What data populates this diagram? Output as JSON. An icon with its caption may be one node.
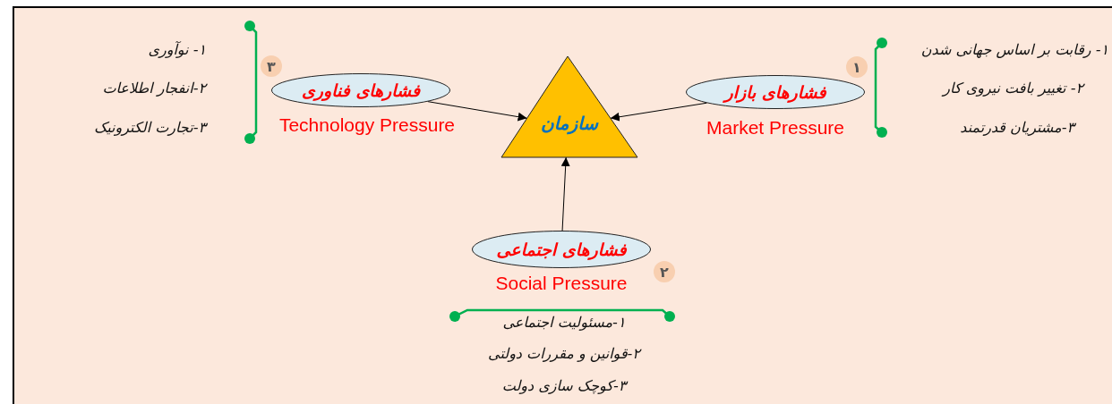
{
  "diagram": {
    "nodes": [
      {
        "text": [
          "فشارهای فناوری"
        ],
        "beside": [
          "Technology Pressure",
          "۳"
        ]
      },
      {
        "text": [
          "سازمان"
        ]
      },
      {
        "text": [
          "فشارهای بازار"
        ],
        "beside": [
          "Market Pressure",
          "۱"
        ]
      },
      {
        "text": [
          "فشارهای اجتماعی"
        ],
        "beside": [
          "Social Pressure",
          "۲"
        ]
      }
    ],
    "edges": [
      {
        "from": 0,
        "to": 1,
        "arrow": "to"
      },
      {
        "from": 2,
        "to": 1,
        "arrow": "to"
      },
      {
        "from": 3,
        "to": 1,
        "arrow": "to"
      }
    ],
    "labels": [
      "۱- نوآوری",
      "۲-انفجار اطلاعات",
      "۳-تجارت الکترونیک",
      "۱- رقابت بر اساس جهانی شدن",
      "۲- تغییر بافت نیروی کار",
      "۳-مشتریان قدرتمند",
      "۱-مسئولیت اجتماعی",
      "۲-قوانین و مقررات دولتی",
      "۳-کوچک سازی دولت"
    ]
  }
}
